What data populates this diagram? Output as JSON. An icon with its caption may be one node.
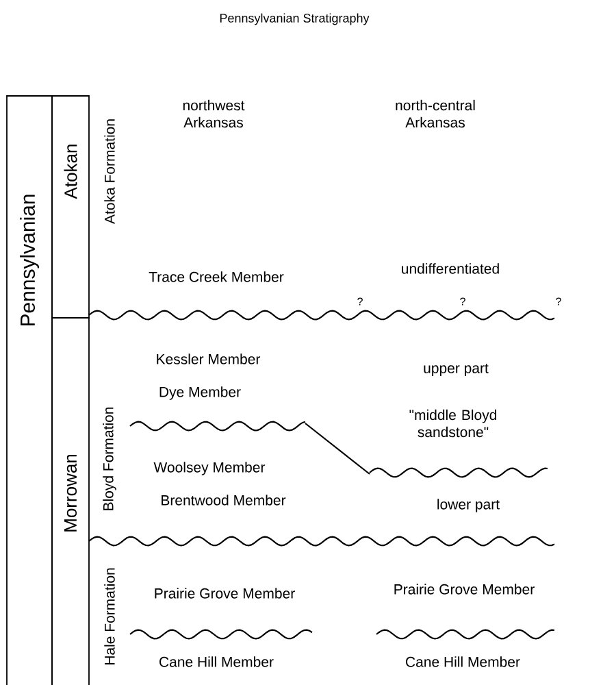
{
  "diagram": {
    "title": "Pennsylvanian Stratigraphy",
    "nodes": [
      {
        "text": [
          "Pennsylvanian"
        ]
      },
      {
        "text": [
          "Atokan"
        ]
      },
      {
        "text": [
          "Morrowan"
        ]
      }
    ],
    "labels": [
      "northwest Arkansas",
      "north-central Arkansas",
      "Atoka Formation",
      "Trace Creek Member",
      "undifferentiated",
      "?",
      "?",
      "?",
      "Kessler Member",
      "upper part",
      "Dye Member",
      "\"middle Bloyd sandstone\"",
      "Bloyd Formation",
      "Woolsey Member",
      "Brentwood Member",
      "lower part",
      "Hale Formation",
      "Prairie Grove Member",
      "Prairie Grove Member",
      "Cane Hill Member",
      "Cane Hill Member"
    ]
  }
}
